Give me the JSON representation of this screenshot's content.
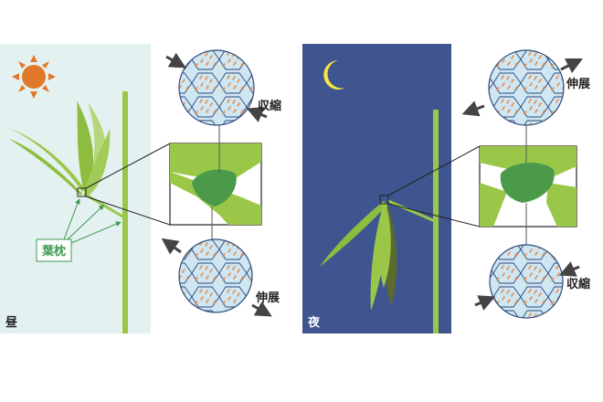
{
  "day": {
    "panel_label": "昼",
    "pulvinus_label": "葉枕",
    "top_cells_label": "収縮",
    "bottom_cells_label": "伸展"
  },
  "night": {
    "panel_label": "夜",
    "top_cells_label": "伸展",
    "bottom_cells_label": "収縮"
  },
  "colors": {
    "day_bg": "#e4f1f1",
    "night_bg": "#3f5590",
    "sun": "#e07a2a",
    "moon": "#f5e640",
    "leaf_light": "#9bc748",
    "leaf_dark": "#4a9a4a",
    "cell_fill": "#cfe6f3",
    "cell_line": "#2e4a7a",
    "chloroplast": "#e8904a",
    "arrow": "#444444",
    "label_green": "#3f9a4f"
  }
}
